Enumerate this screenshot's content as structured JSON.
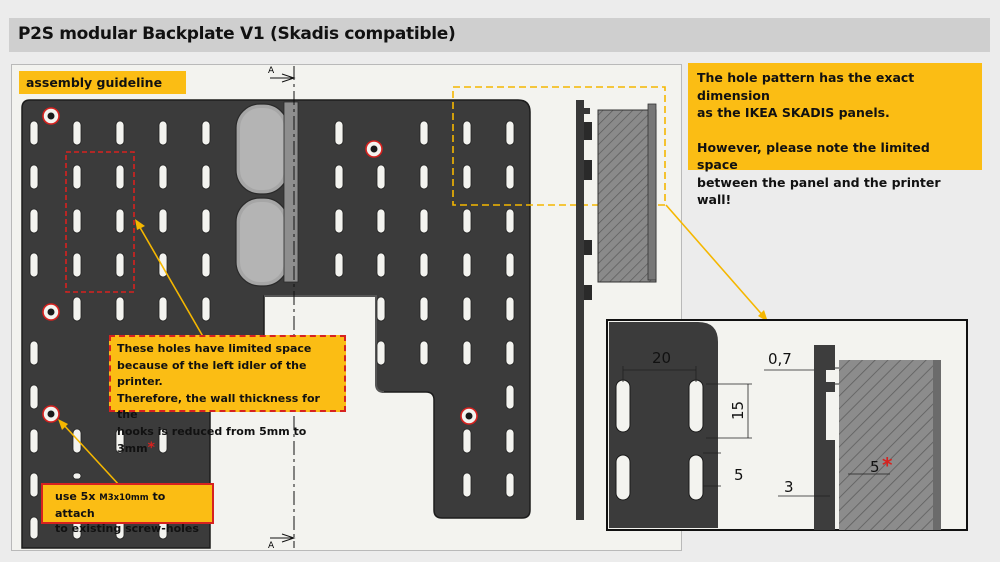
{
  "title": "P2S modular Backplate V1 (Skadis compatible)",
  "assembly_label": "assembly guideline",
  "info_box": {
    "line1": "The hole pattern has the exact dimension",
    "line2": "as the IKEA SKADIS panels.",
    "line3": "However, please note the limited space",
    "line4": "between the panel and the printer wall!"
  },
  "note_holes": {
    "line1": "These holes have limited space",
    "line2": "because of the left idler of the printer.",
    "line3": "Therefore, the wall thickness for the",
    "line4": "hooks is reduced from 5mm to 3mm",
    "asterisk": "*"
  },
  "note_screws": {
    "prefix": "use 5x ",
    "screw": "M3x10mm",
    "suffix": "  to attach",
    "line2": "to existing screw-holes"
  },
  "section_label": "A",
  "dimensions": {
    "d20": "20",
    "d07": "0,7",
    "d15": "15",
    "d5a": "5",
    "d3": "3",
    "d5b": "5",
    "asterisk": "*"
  },
  "colors": {
    "sticker": "#fbbd14",
    "callout_red": "#d7221f",
    "plate": "#3d3d3d",
    "leader": "#f5b700"
  }
}
